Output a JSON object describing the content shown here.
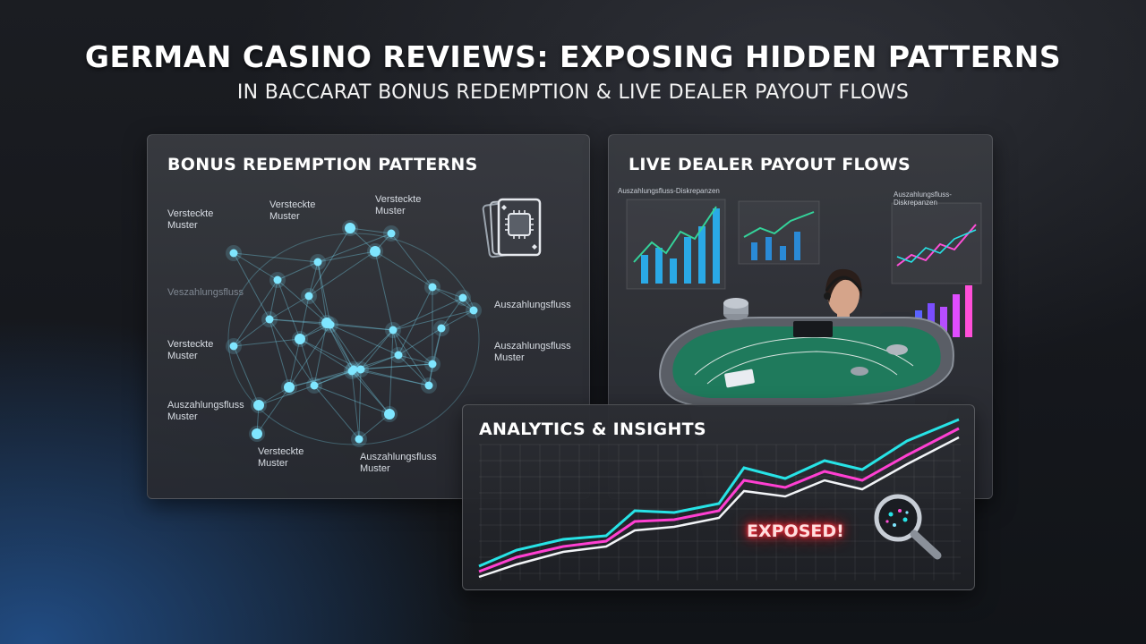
{
  "header": {
    "title": "GERMAN CASINO REVIEWS: EXPOSING HIDDEN PATTERNS",
    "subtitle": "IN BACCARAT BONUS REDEMPTION & LIVE DEALER PAYOUT FLOWS"
  },
  "bonus_panel": {
    "title": "BONUS REDEMPTION PATTERNS",
    "labels": [
      "Versteckte\nMuster",
      "Versteckte\nMuster",
      "Versteckte\nMuster",
      "Veszahlungsfluss",
      "Auszahlungsfluss",
      "Versteckte\nMuster",
      "Auszahlungsfluss\nMuster",
      "Auszahlungsfluss\nMuster",
      "Versteckte\nMuster",
      "Auszahlungsfluss\nMuster"
    ],
    "icon": "card-chip-icon"
  },
  "live_panel": {
    "title": "LIVE DEALER PAYOUT FLOWS",
    "chart_captions": [
      "Auszahlungsfluss-Diskrepanzen",
      "Auszahlungsfluss-Diskrepanzen"
    ],
    "illustration": "live-dealer-table"
  },
  "analytics_panel": {
    "title": "ANALYTICS & INSIGHTS",
    "badge": "EXPOSED!",
    "icon": "magnifier-icon"
  },
  "colors": {
    "cyan": "#27e3e6",
    "magenta": "#ff3fd2",
    "node": "#7fe6ff",
    "table": "#1f7a5c",
    "exposed": "#ff2d3a"
  }
}
